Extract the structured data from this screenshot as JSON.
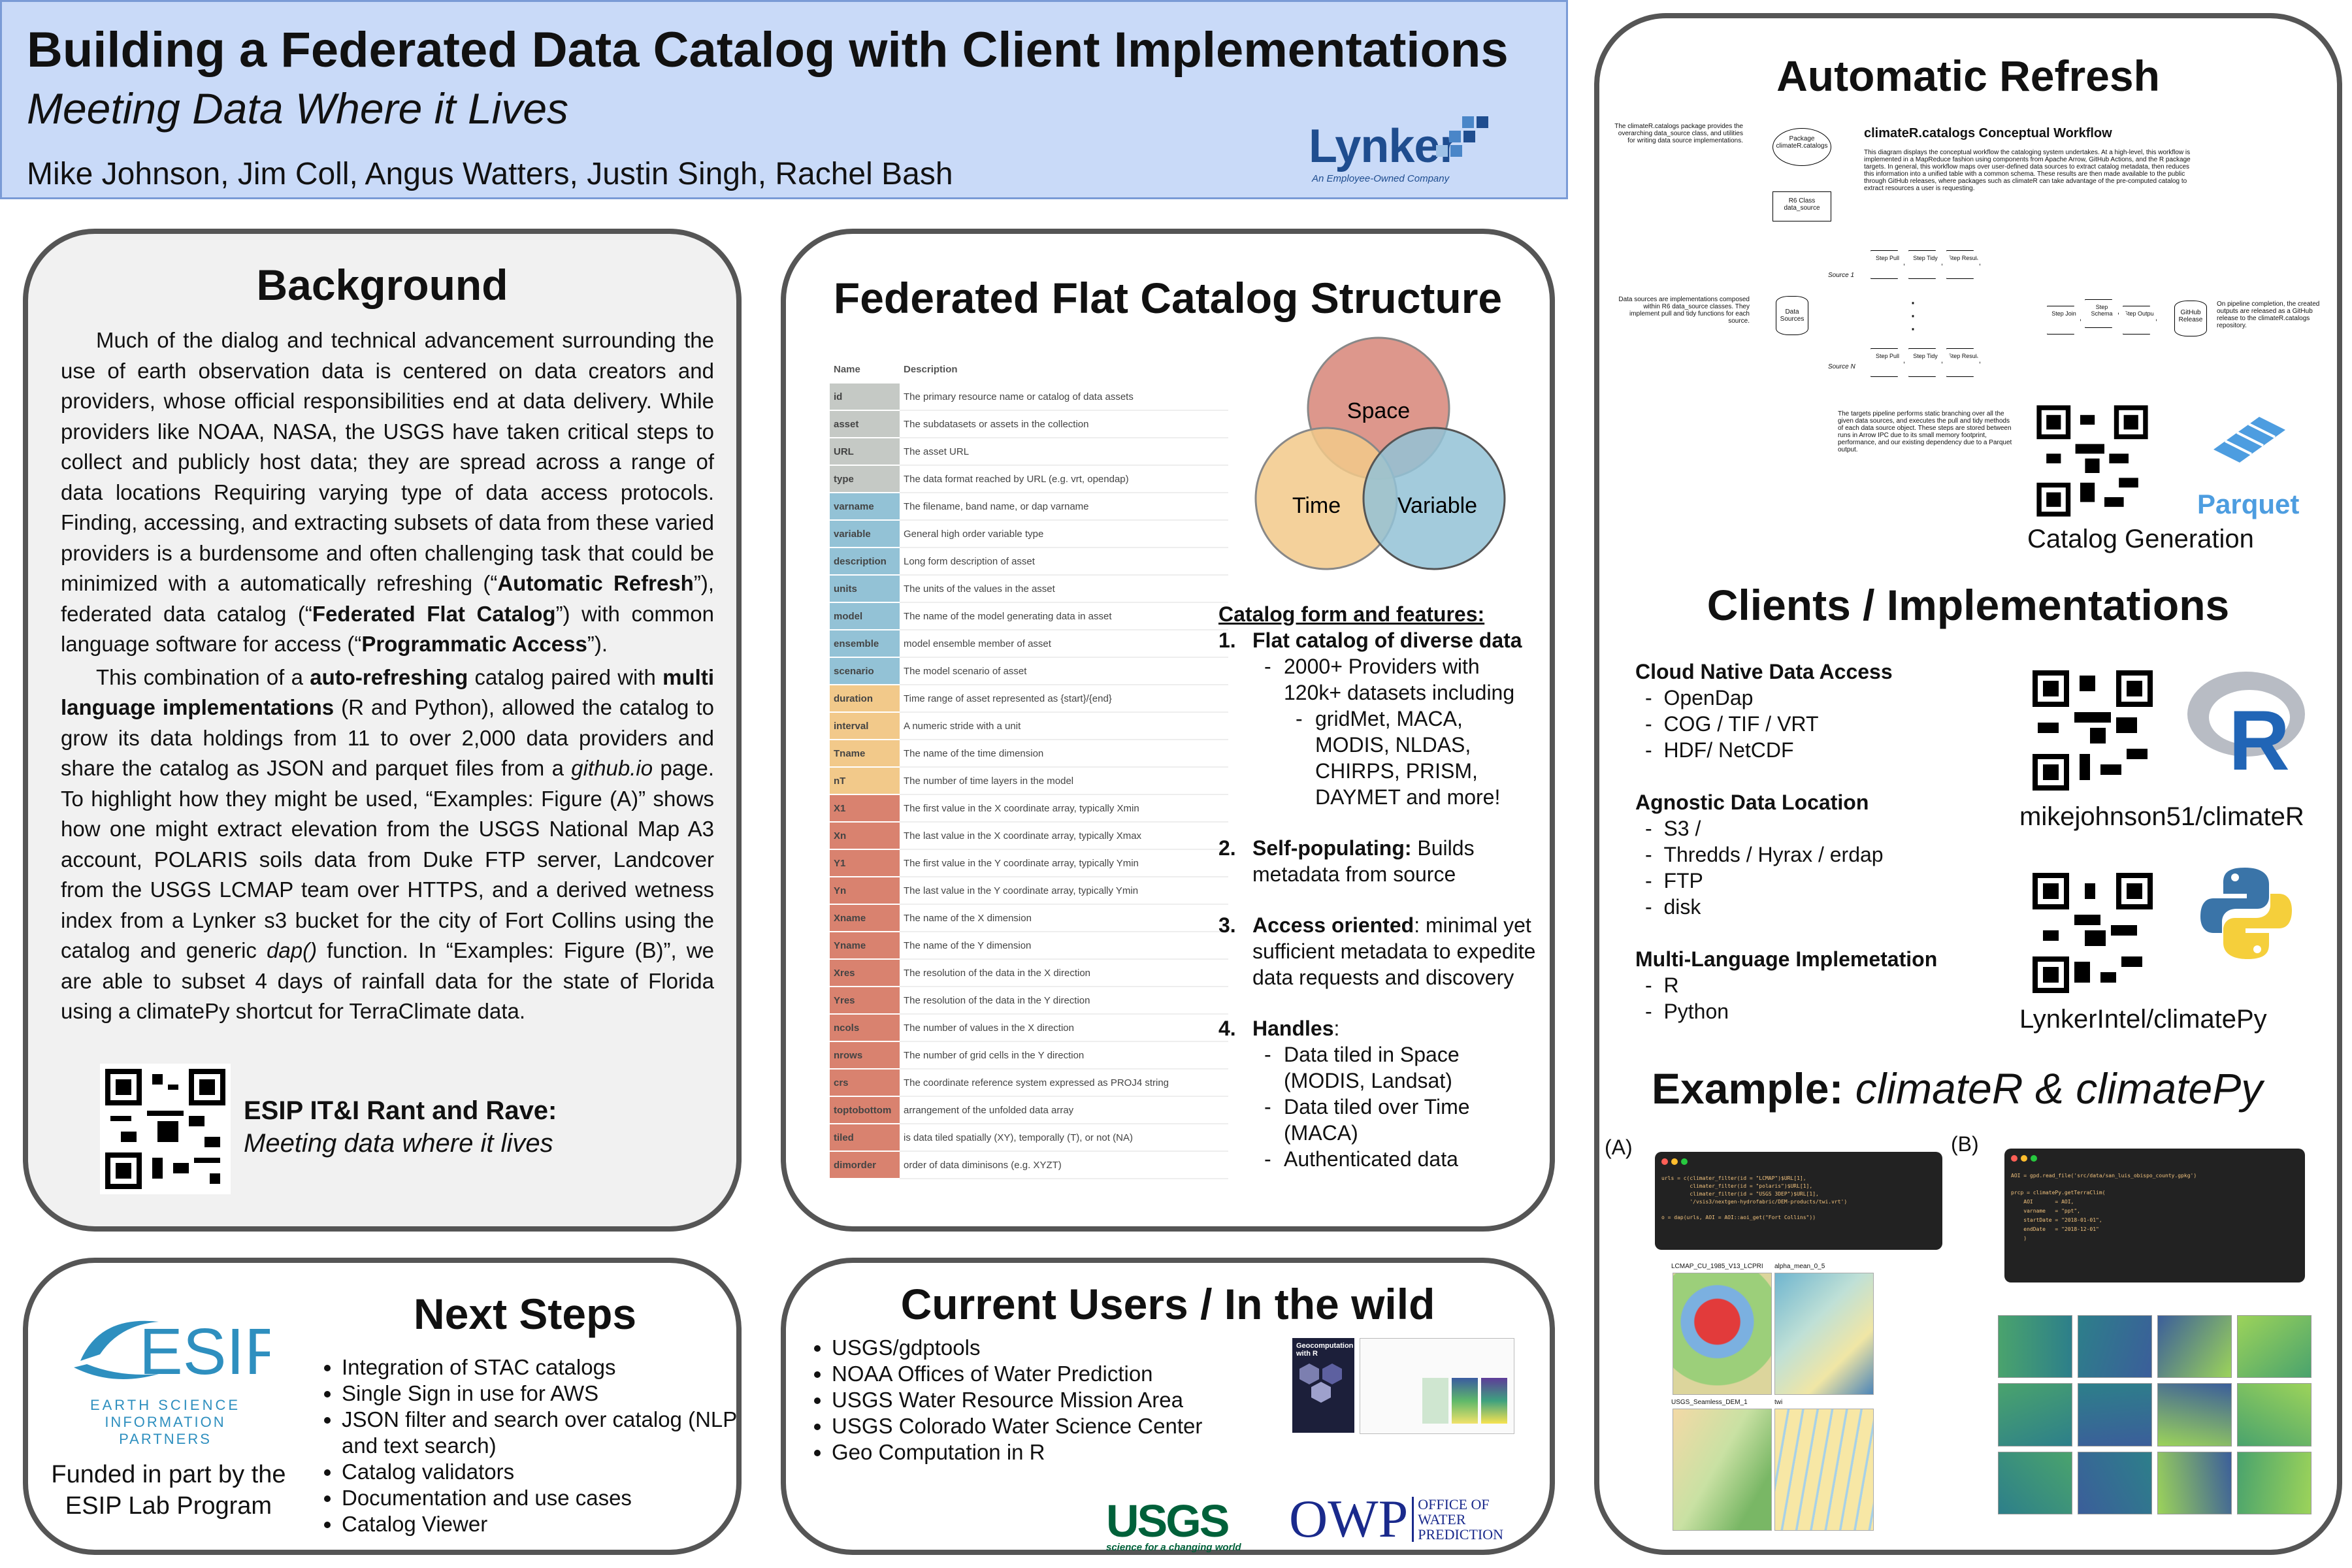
{
  "header": {
    "title": "Building a Federated Data Catalog with Client Implementations",
    "subtitle": "Meeting Data Where it Lives",
    "authors": "Mike Johnson, Jim Coll, Angus Watters, Justin Singh, Rachel Bash",
    "logo_text": "Lynker",
    "logo_tagline": "An Employee-Owned Company"
  },
  "background": {
    "title": "Background",
    "p1_a": "Much of the dialog and technical advancement surrounding the use of earth observation data is centered on data creators and providers, whose official responsibilities end at data delivery. While providers like NOAA, NASA, the USGS have taken critical steps to collect and publicly host data; they are spread across a range of data locations Requiring varying type of data access protocols. Finding, accessing, and extracting subsets of data from these varied providers is a burdensome and often challenging task that could be minimized with a automatically refreshing (“",
    "p1_b": "Automatic Refresh",
    "p1_c": "”), federated data catalog (“",
    "p1_d": "Federated Flat Catalog",
    "p1_e": "”) with common language software for access (“",
    "p1_f": "Programmatic Access",
    "p1_g": "”).",
    "p2_a": "This combination of a ",
    "p2_b": "auto-refreshing",
    "p2_c": " catalog paired with ",
    "p2_d": "multi language implementations",
    "p2_e": " (R and Python), allowed the catalog to grow its data holdings from 11 to over 2,000 data providers and share the catalog as JSON and parquet files from a ",
    "p2_f": "github.io",
    "p2_g": " page. To highlight how they might be used, “Examples: Figure (A)” shows how one might extract elevation from the USGS National Map A3 account, POLARIS soils data from Duke FTP server, Landcover from the USGS LCMAP team over HTTPS, and a derived wetness index from a Lynker s3 bucket for the city of Fort Collins using the catalog and generic ",
    "p2_h": "dap()",
    "p2_i": " function. In “Examples: Figure (B)”, we are able to subset 4 days of rainfall data for the state of Florida using a climatePy shortcut for TerraClimate data.",
    "esip_title": "ESIP IT&I Rant and Rave:",
    "esip_sub": "Meeting data where it lives"
  },
  "federated": {
    "title": "Federated Flat Catalog Structure",
    "table_headers": [
      "Name",
      "Description"
    ],
    "rows": [
      {
        "name": "id",
        "desc": "The primary resource name or catalog of data assets",
        "color": "#c5c9c5"
      },
      {
        "name": "asset",
        "desc": "The subdatasets or assets in the collection",
        "color": "#c5c9c5"
      },
      {
        "name": "URL",
        "desc": "The asset URL",
        "color": "#c5c9c5"
      },
      {
        "name": "type",
        "desc": "The data format reached by URL (e.g. vrt, opendap)",
        "color": "#c5c9c5"
      },
      {
        "name": "varname",
        "desc": "The filename, band name, or dap varname",
        "color": "#93c2d6"
      },
      {
        "name": "variable",
        "desc": "General high order variable type",
        "color": "#93c2d6"
      },
      {
        "name": "description",
        "desc": "Long form description of asset",
        "color": "#93c2d6"
      },
      {
        "name": "units",
        "desc": "The units of the values in the asset",
        "color": "#93c2d6"
      },
      {
        "name": "model",
        "desc": "The name of the model generating data in asset",
        "color": "#93c2d6"
      },
      {
        "name": "ensemble",
        "desc": "model ensemble member of asset",
        "color": "#93c2d6"
      },
      {
        "name": "scenario",
        "desc": "The model scenario of asset",
        "color": "#93c2d6"
      },
      {
        "name": "duration",
        "desc": "Time range of asset represented as {start}/{end}",
        "color": "#f2c98a"
      },
      {
        "name": "interval",
        "desc": "A numeric stride with a unit",
        "color": "#f2c98a"
      },
      {
        "name": "Tname",
        "desc": "The name of the time dimension",
        "color": "#f2c98a"
      },
      {
        "name": "nT",
        "desc": "The number of time layers in the model",
        "color": "#f2c98a"
      },
      {
        "name": "X1",
        "desc": "The first value in the X coordinate array, typically Xmin",
        "color": "#d9826f"
      },
      {
        "name": "Xn",
        "desc": "The last value in the X coordinate array, typically Xmax",
        "color": "#d9826f"
      },
      {
        "name": "Y1",
        "desc": "The first value in the Y coordinate array, typically Ymin",
        "color": "#d9826f"
      },
      {
        "name": "Yn",
        "desc": "The last value in the Y coordinate array, typically Ymin",
        "color": "#d9826f"
      },
      {
        "name": "Xname",
        "desc": "The name of the X dimension",
        "color": "#d9826f"
      },
      {
        "name": "Yname",
        "desc": "The name of the Y dimension",
        "color": "#d9826f"
      },
      {
        "name": "Xres",
        "desc": "The resolution of the data in the X direction",
        "color": "#d9826f"
      },
      {
        "name": "Yres",
        "desc": "The resolution of the data in the Y direction",
        "color": "#d9826f"
      },
      {
        "name": "ncols",
        "desc": "The number of values in the X direction",
        "color": "#d9826f"
      },
      {
        "name": "nrows",
        "desc": "The number of grid cells in the Y direction",
        "color": "#d9826f"
      },
      {
        "name": "crs",
        "desc": "The coordinate reference system expressed as PROJ4 string",
        "color": "#d9826f"
      },
      {
        "name": "toptobottom",
        "desc": "arrangement of the unfolded data array",
        "color": "#d9826f"
      },
      {
        "name": "tiled",
        "desc": "is data tiled spatially (XY), temporally (T), or not (NA)",
        "color": "#d9826f"
      },
      {
        "name": "dimorder",
        "desc": "order of data diminisons (e.g. XYZT)",
        "color": "#d9826f"
      }
    ],
    "venn": {
      "space": "Space",
      "time": "Time",
      "variable": "Variable"
    },
    "features_heading": "Catalog form and features:",
    "f1_num": "1.",
    "f1_title": "Flat catalog of diverse data",
    "f1_sub1": "2000+ Providers with 120k+ datasets including",
    "f1_sub2": "gridMet, MACA, MODIS, NLDAS, CHIRPS, PRISM, DAYMET and more!",
    "f2_num": "2.",
    "f2_title": "Self-populating:",
    "f2_rest": " Builds metadata from source",
    "f3_num": "3.",
    "f3_title": "Access oriented",
    "f3_rest": ": minimal yet sufficient metadata to expedite data requests and discovery",
    "f4_num": "4.",
    "f4_title": "Handles",
    "f4_rest": ":",
    "f4_items": [
      "Data tiled in Space (MODIS, Landsat)",
      "Data tiled over Time (MACA)",
      "Authenticated data"
    ]
  },
  "next_steps": {
    "title": "Next Steps",
    "esip_logo": "ESIP",
    "esip_logo_sub1": "EARTH SCIENCE",
    "esip_logo_sub2": "INFORMATION PARTNERS",
    "funded": "Funded in part by the ESIP Lab Program",
    "items": [
      "Integration of STAC catalogs",
      "Single Sign in use for AWS",
      "JSON filter and search over catalog (NLP and text search)",
      "Catalog validators",
      "Documentation and use cases",
      "Catalog Viewer"
    ]
  },
  "users": {
    "title": "Current Users / In the wild",
    "items": [
      "USGS/gdptools",
      "NOAA Offices of Water Prediction",
      "USGS Water Resource Mission Area",
      "USGS Colorado Water Science Center",
      "Geo Computation in R"
    ],
    "book_title": "Geocomputation with R",
    "usgs": "USGS",
    "usgs_tag": "science for a changing world",
    "owp": "OWP",
    "owp_sub": [
      "OFFICE OF",
      "WATER",
      "PREDICTION"
    ]
  },
  "auto_refresh": {
    "title": "Automatic Refresh",
    "wf_title": "climateR.catalogs Conceptual Workflow",
    "wf_desc": "This diagram displays the conceptual workflow the cataloging system undertakes. At a high-level, this workflow is implemented in a MapReduce fashion using components from Apache Arrow, GitHub Actions, and the R package targets. In general, this workflow maps over user-defined data sources to extract catalog metadata, then reduces this information into a unified table with a common schema. These results are then made available to the public through GitHub releases, where packages such as climateR can take advantage of the pre-computed catalog to extract resources a user is requesting.",
    "left_note": "The climateR.catalogs package provides the overarching data_source class, and utilities for writing data source implementations.",
    "pkg_box": "Package climateR.catalogs",
    "r6_box": "R6 Class data_source",
    "sources_note": "Data sources are implementations composed within R6 data_source classes. They implement pull and tidy functions for each source.",
    "sources_box": "Data Sources",
    "source1": "Source 1",
    "sourceN": "Source N",
    "steps": [
      "Step Pull",
      "Step Tidy",
      "Step Result"
    ],
    "join_steps": [
      "Step Join",
      "Step Schema",
      "Step Output"
    ],
    "release_box": "GitHub Release",
    "release_note": "On pipeline completion, the created outputs are released as a GitHub release to the climateR.catalogs repository.",
    "targets_note": "The targets pipeline performs static branching over all the given data sources, and executes the pull and tidy methods of each data source object. These steps are stored between runs in Arrow IPC due to its small memory footprint, performance, and our existing dependency due to a Parquet output.",
    "parquet": "Parquet",
    "catalog_gen": "Catalog Generation"
  },
  "clients": {
    "title": "Clients / Implementations",
    "h1": "Cloud Native Data Access",
    "l1": [
      "OpenDap",
      "COG / TIF / VRT",
      "HDF/ NetCDF"
    ],
    "h2": "Agnostic Data Location",
    "l2": [
      "S3 /",
      "Thredds / Hyrax / erdap",
      "FTP",
      "disk"
    ],
    "h3": "Multi-Language Implemetation",
    "l3": [
      "R",
      "Python"
    ],
    "repo_r": "mikejohnson51/climateR",
    "repo_py": "LynkerIntel/climatePy",
    "r_logo": "R"
  },
  "example": {
    "title_a": "Example: ",
    "title_b": "climateR & climatePy",
    "label_a": "(A)",
    "label_b": "(B)",
    "code_a": [
      "urls = c(climater_filter(id = \"LCMAP\")$URL[1],",
      "         climater_filter(id = \"polaris\")$URL[1],",
      "         climater_filter(id = \"USGS 3DEP\")$URL[1],",
      "         '/vsis3/nextgen-hydrofabric/DEM-products/twi.vrt')",
      "",
      "o = dap(urls, AOI = AOI::aoi_get(\"Fort Collins\"))"
    ],
    "code_b": [
      "AOI = gpd.read_file('src/data/san_luis_obispo_county.gpkg')",
      "",
      "prcp = climatePy.getTerraClim(",
      "    AOI       = AOI,",
      "    varname   = \"ppt\",",
      "    startDate = \"2018-01-01\",",
      "    endDate   = \"2018-12-01\"",
      "    )"
    ],
    "map_labels": [
      "LCMAP_CU_1985_V13_LCPRI",
      "alpha_mean_0_5",
      "USGS_Seamless_DEM_1",
      "twi"
    ]
  }
}
